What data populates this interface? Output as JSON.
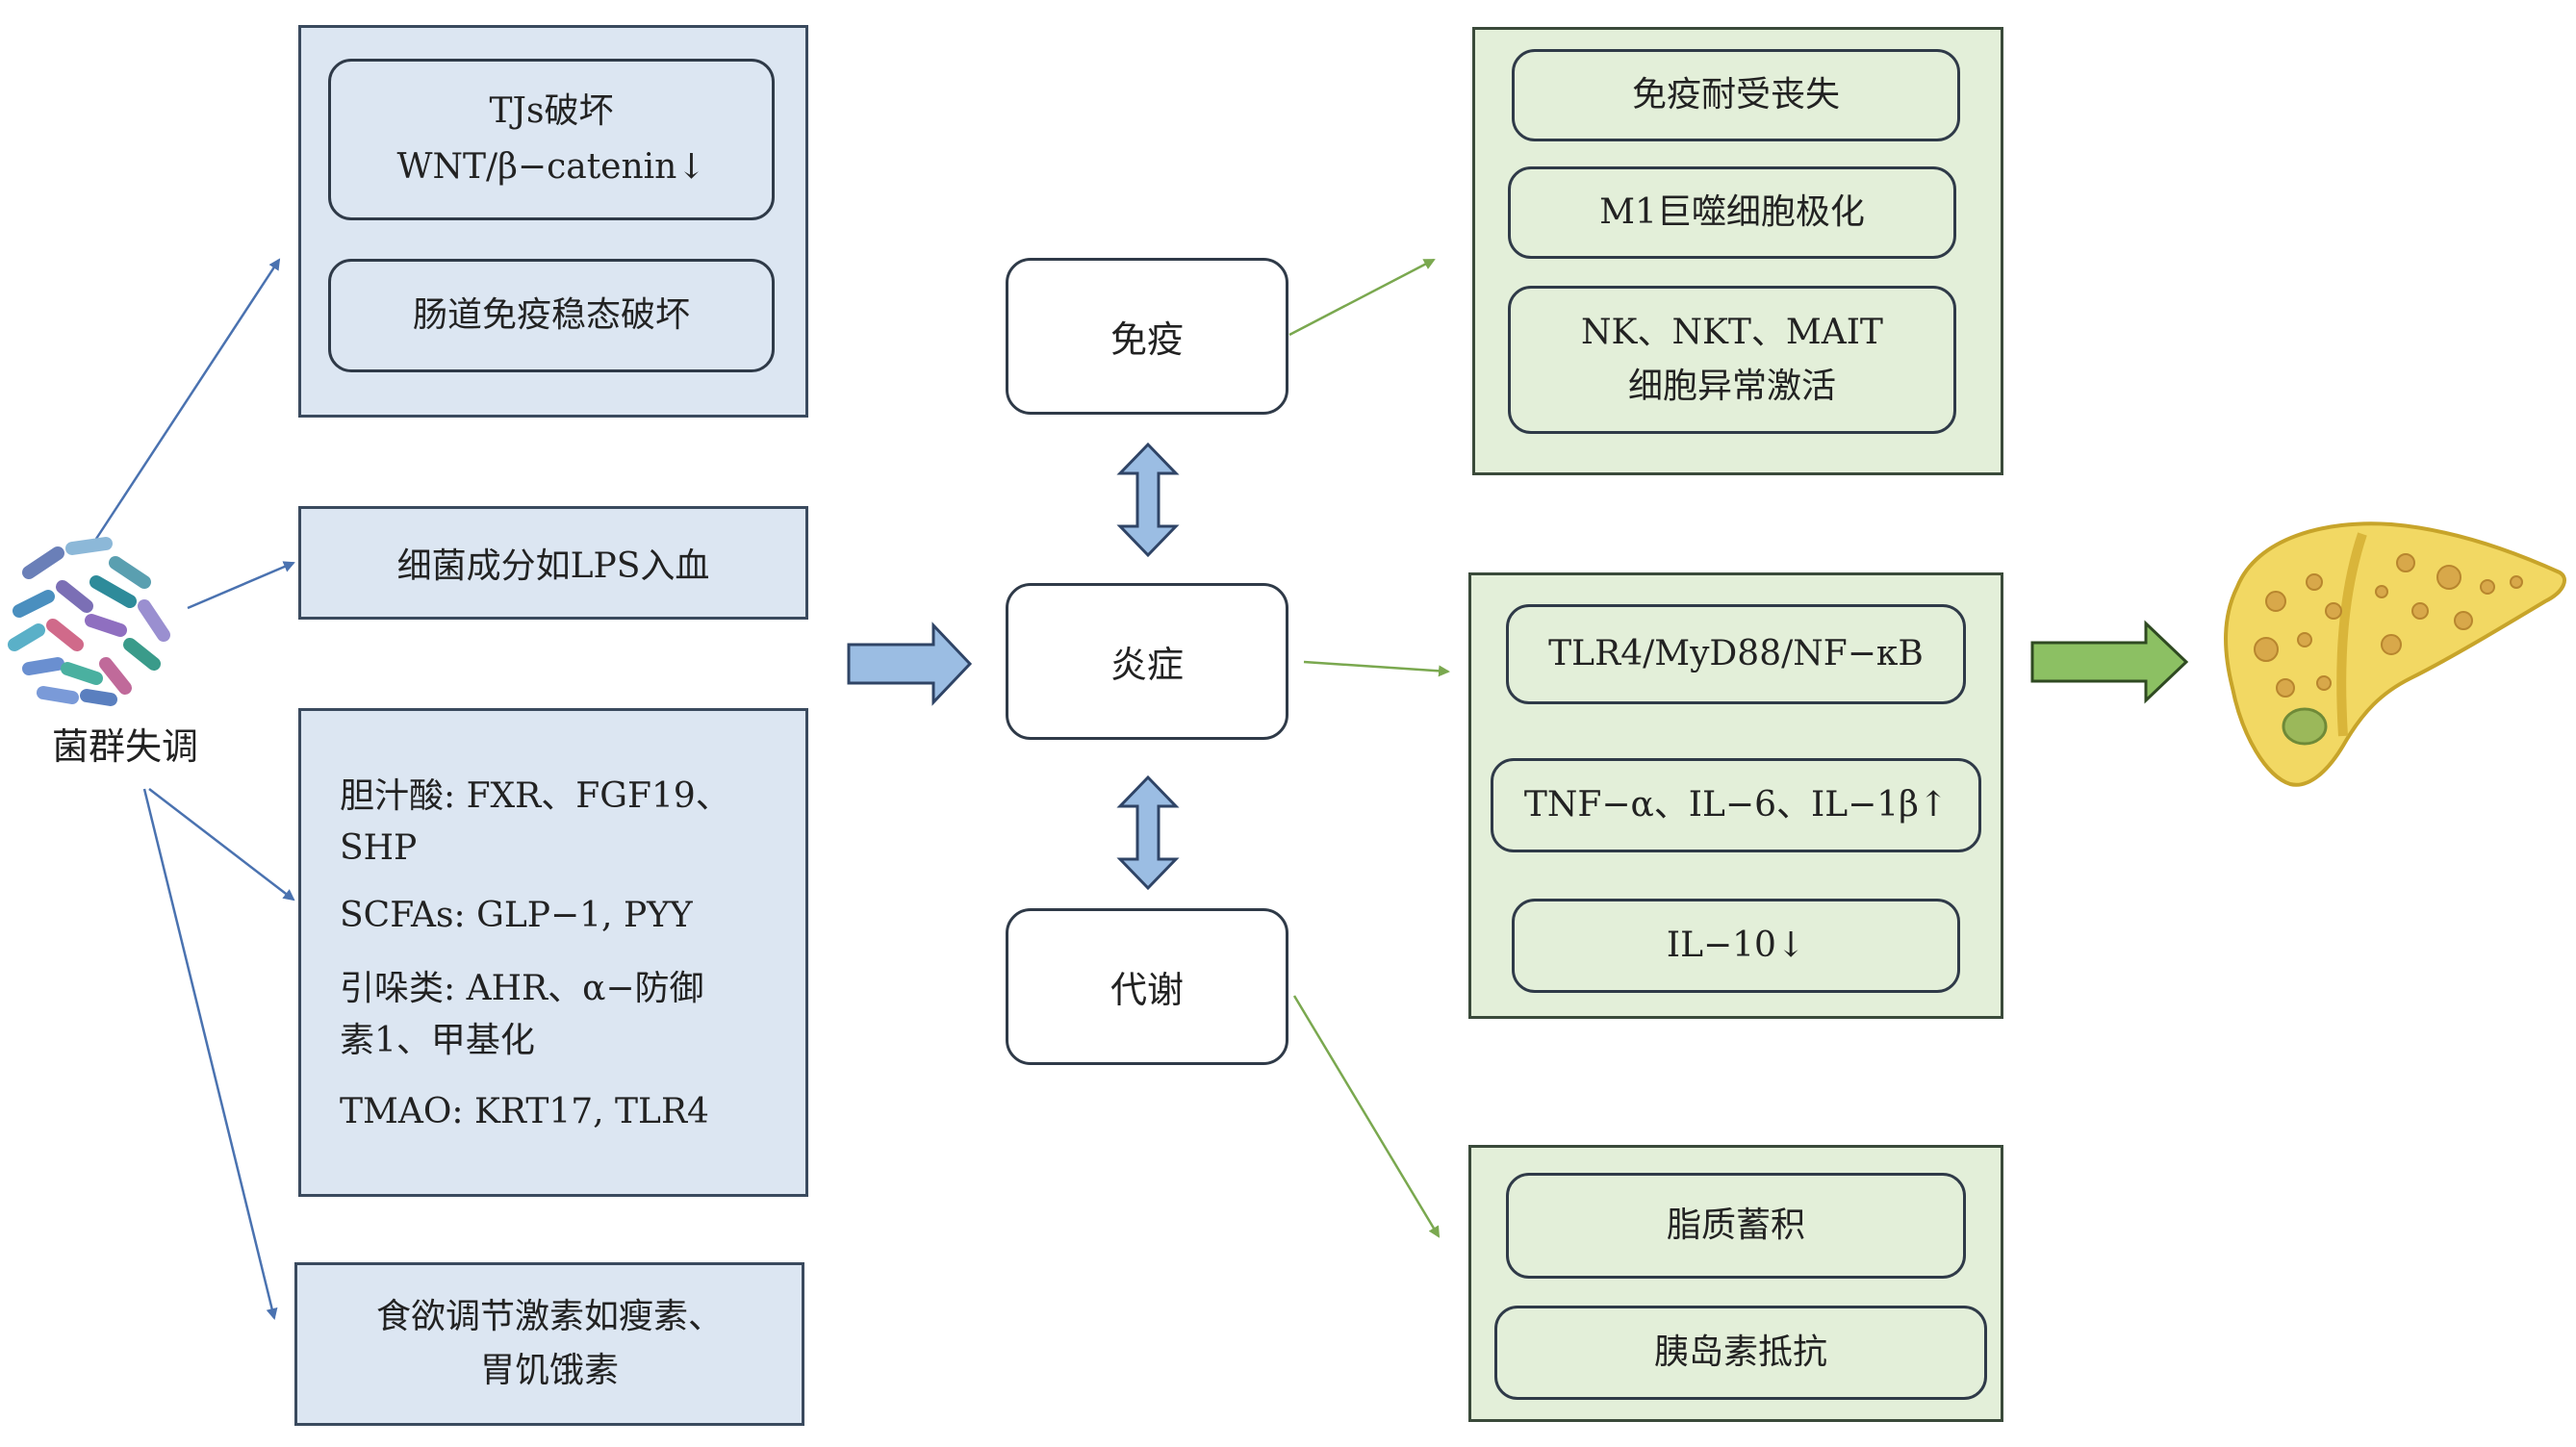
{
  "source_label": "菌群失调",
  "left": {
    "box1": {
      "line1": "TJs破坏",
      "line2": "WNT/β−catenin↓",
      "line3": "肠道免疫稳态破坏"
    },
    "box2": "细菌成分如LPS入血",
    "box3": {
      "items": [
        "胆汁酸: FXR、FGF19、",
        "SHP",
        "SCFAs: GLP−1, PYY",
        "引哚类: AHR、α−防御",
        "素1、甲基化",
        "TMAO: KRT17, TLR4"
      ]
    },
    "box4": {
      "line1": "食欲调节激素如瘦素、",
      "line2": "胃饥饿素"
    }
  },
  "center": {
    "immune": "免疫",
    "inflammation": "炎症",
    "metabolism": "代谢"
  },
  "right": {
    "immune_box": {
      "item1": "免疫耐受丧失",
      "item2": "M1巨噬细胞极化",
      "item3_line1": "NK、NKT、MAIT",
      "item3_line2": "细胞异常激活"
    },
    "inflammation_box": {
      "item1": "TLR4/MyD88/NF−κB",
      "item2": "TNF−α、IL−6、IL−1β↑",
      "item3": "IL−10↓"
    },
    "metabolism_box": {
      "item1": "脂质蓄积",
      "item2": "胰岛素抵抗"
    }
  },
  "colors": {
    "blue_fill": "#dce6f2",
    "green_fill": "#e3efd9",
    "arrow_blue": "#4a72b0",
    "arrow_green": "#7aa84f",
    "liver": "#f2d863"
  }
}
